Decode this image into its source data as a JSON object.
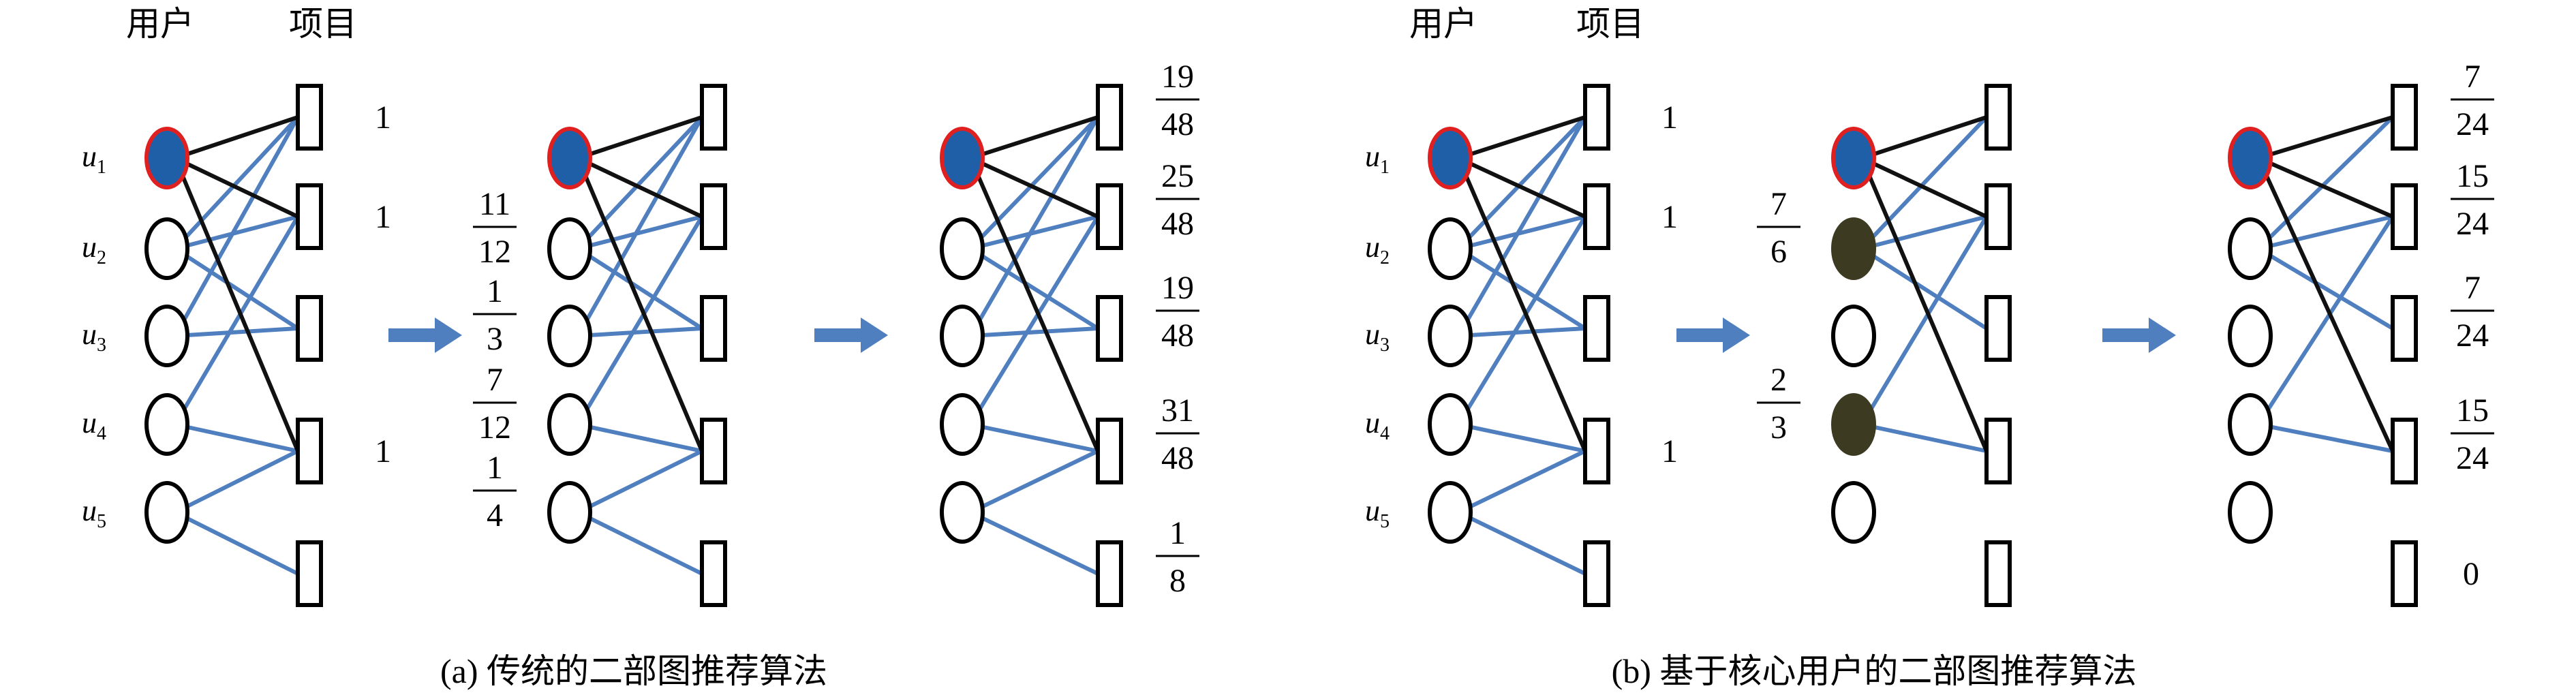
{
  "headers": {
    "user": "用户",
    "item": "项目"
  },
  "user_labels": [
    "u1",
    "u2",
    "u3",
    "u4",
    "u5"
  ],
  "colors": {
    "blue_edge": "#4f7fbf",
    "black_edge": "#111111",
    "core_fill": "#1f5fa8",
    "core_stroke": "#e02020",
    "dark_user_fill": "#3d3a22",
    "arrow": "#4f7fbf"
  },
  "panels": [
    {
      "id": "a",
      "caption": "(a) 传统的二部图推荐算法",
      "edges": [
        [
          0,
          0
        ],
        [
          0,
          1
        ],
        [
          0,
          3
        ],
        [
          1,
          0
        ],
        [
          1,
          1
        ],
        [
          1,
          2
        ],
        [
          2,
          0
        ],
        [
          2,
          2
        ],
        [
          3,
          1
        ],
        [
          3,
          3
        ],
        [
          4,
          3
        ],
        [
          4,
          4
        ]
      ],
      "core_user": 0,
      "stages": [
        {
          "item_values": [
            "1",
            "1",
            "",
            "1",
            ""
          ]
        },
        {
          "user_values": [
            null,
            [
              "11",
              "12"
            ],
            [
              "1",
              "3"
            ],
            [
              "7",
              "12"
            ],
            [
              "1",
              "4"
            ]
          ]
        },
        {
          "item_values": [
            [
              "19",
              "48"
            ],
            [
              "25",
              "48"
            ],
            [
              "19",
              "48"
            ],
            [
              "31",
              "48"
            ],
            [
              "1",
              "8"
            ]
          ]
        }
      ]
    },
    {
      "id": "b",
      "caption": "(b) 基于核心用户的二部图推荐算法",
      "edges": [
        [
          0,
          0
        ],
        [
          0,
          1
        ],
        [
          0,
          3
        ],
        [
          1,
          0
        ],
        [
          1,
          1
        ],
        [
          1,
          2
        ],
        [
          2,
          0
        ],
        [
          2,
          2
        ],
        [
          3,
          1
        ],
        [
          3,
          3
        ],
        [
          4,
          3
        ],
        [
          4,
          4
        ]
      ],
      "core_user": 0,
      "stage2_edges": [
        [
          0,
          0
        ],
        [
          0,
          1
        ],
        [
          0,
          3
        ],
        [
          1,
          0
        ],
        [
          1,
          1
        ],
        [
          1,
          2
        ],
        [
          3,
          1
        ],
        [
          3,
          3
        ]
      ],
      "stage3_edges": [
        [
          0,
          0
        ],
        [
          0,
          1
        ],
        [
          0,
          3
        ],
        [
          1,
          0
        ],
        [
          1,
          1
        ],
        [
          1,
          2
        ],
        [
          3,
          1
        ],
        [
          3,
          3
        ]
      ],
      "dark_users": [
        1,
        3
      ],
      "stages": [
        {
          "item_values": [
            "1",
            "1",
            "",
            "1",
            ""
          ]
        },
        {
          "user_values": [
            null,
            [
              "7",
              "6"
            ],
            null,
            [
              "2",
              "3"
            ],
            null
          ]
        },
        {
          "item_values": [
            [
              "7",
              "24"
            ],
            [
              "15",
              "24"
            ],
            [
              "7",
              "24"
            ],
            [
              "15",
              "24"
            ],
            "0"
          ]
        }
      ]
    }
  ]
}
